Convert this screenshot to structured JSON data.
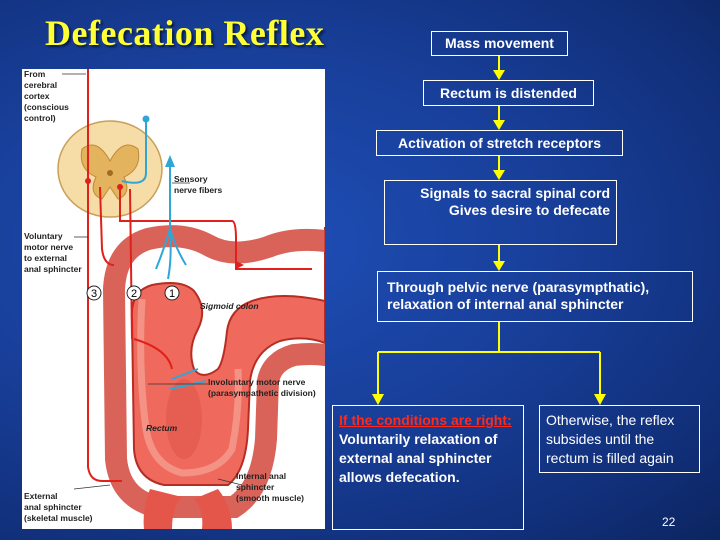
{
  "title": "Defecation Reflex",
  "flow": {
    "step1": "Mass movement",
    "step2": "Rectum is distended",
    "step3": "Activation of stretch receptors",
    "step4_line1": "Signals to sacral spinal cord",
    "step4_line2": "Gives desire to defecate",
    "step5_line1": "Through pelvic nerve (parasympthatic),",
    "step5_line2": "relaxation of internal anal sphincter",
    "branch_left_heading": "If the conditions are right:",
    "branch_left_body": "Voluntarily relaxation of external anal sphincter allows defecation.",
    "branch_right_body": "Otherwise, the reflex subsides until the rectum is filled again"
  },
  "illustration": {
    "label_from_cortex": [
      "From",
      "cerebral",
      "cortex",
      "(conscious",
      "control)"
    ],
    "label_sensory": [
      "Sensory",
      "nerve fibers"
    ],
    "label_voluntary": [
      "Voluntary",
      "motor nerve",
      "to external",
      "anal sphincter"
    ],
    "label_sigmoid": "Sigmoid colon",
    "label_involuntary": [
      "Involuntary motor nerve",
      "(parasympathetic division)"
    ],
    "label_rectum": "Rectum",
    "label_internal": [
      "Internal anal",
      "sphincter",
      "(smooth muscle)"
    ],
    "label_external": [
      "External",
      "anal sphincter",
      "(skeletal muscle)"
    ],
    "pathway_numbers": [
      "3",
      "2",
      "1"
    ]
  },
  "page_number": "22",
  "colors": {
    "title": "#ffff33",
    "arrow": "#ffff00",
    "nerve_red": "#e0201a",
    "nerve_blue": "#2fa7d6",
    "colon": "#e8564a",
    "condition_heading": "#ff2a1a"
  }
}
